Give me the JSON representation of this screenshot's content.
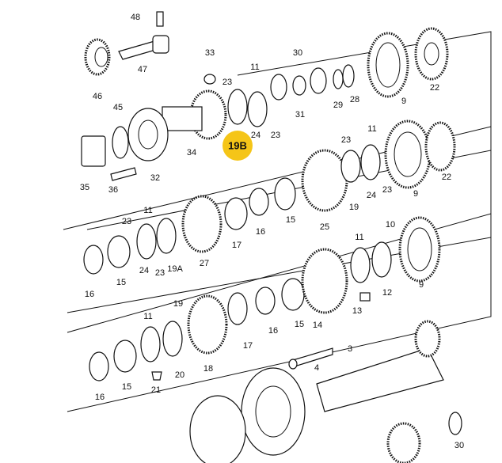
{
  "diagram": {
    "highlight_color": "#F5C518",
    "highlighted_label": "19B",
    "labels": [
      "48",
      "47",
      "46",
      "33",
      "11",
      "30",
      "22",
      "9",
      "23",
      "45",
      "29",
      "28",
      "31",
      "24",
      "23",
      "19B",
      "34",
      "32",
      "35",
      "36",
      "23",
      "11",
      "22",
      "9",
      "19",
      "24",
      "23",
      "25",
      "15",
      "16",
      "17",
      "27",
      "23",
      "11",
      "19A",
      "23",
      "24",
      "15",
      "16",
      "11",
      "10",
      "9",
      "12",
      "13",
      "14",
      "15",
      "16",
      "17",
      "19",
      "11",
      "18",
      "20",
      "21",
      "16",
      "15",
      "3",
      "4",
      "30"
    ]
  }
}
